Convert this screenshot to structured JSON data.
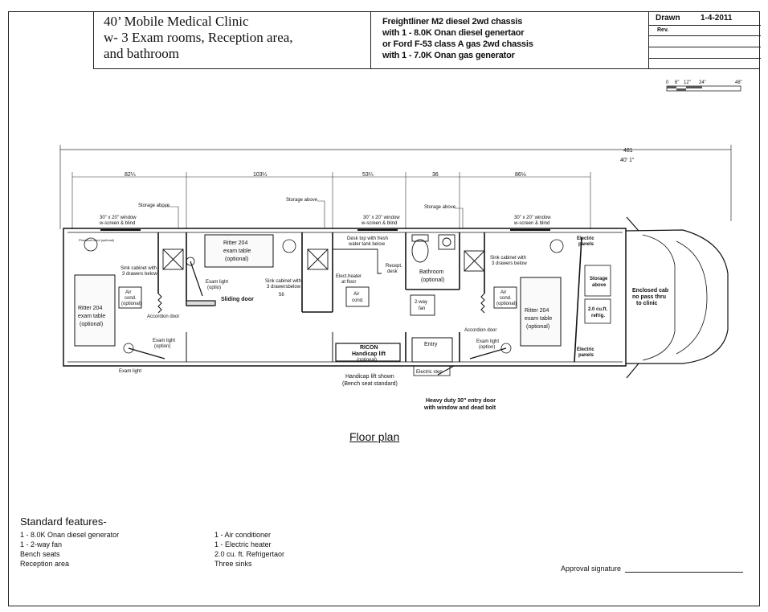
{
  "title_block": {
    "title_lines": [
      "40’ Mobile Medical Clinic",
      "w- 3 Exam rooms, Reception area,",
      "and bathroom"
    ],
    "chassis_lines": [
      "Freightliner M2  diesel  2wd chassis",
      "with 1 - 8.0K Onan diesel genertaor",
      "or Ford F-53 class A gas 2wd chassis",
      "with 1 - 7.0K Onan gas generator"
    ],
    "drawn_label": "Drawn",
    "drawn_date": "1-4-2011",
    "rev_label": "Rev."
  },
  "scale_bar": {
    "labels": [
      "0",
      "6\"",
      "12\"",
      "24\"",
      "48\""
    ]
  },
  "dimensions": {
    "overall": "481",
    "overall_ft": "40’ 1\"",
    "segments": [
      "82¼",
      "103¼",
      "53¼",
      "36",
      "86⅛"
    ]
  },
  "floor_plan": {
    "title": "Floor plan",
    "labels": {
      "storage1": "Storage above",
      "storage2": "Storage above",
      "storage3": "Storage above",
      "window1a": "30\" x 20\" window",
      "window1b": "w-screen & blind",
      "window2a": "30\" x 20\" window",
      "window2b": "w-screen & blind",
      "window3a": "30\" x 20\" window",
      "window3b": "w-screen & blind",
      "desk_a": "Desk top with fresh",
      "desk_b": "water tank below",
      "ritter_table_a": "Ritter 204",
      "ritter_table_b": "exam table",
      "ritter_table_c": "(optional)",
      "ritter_left_a": "Ritter 204",
      "ritter_left_b": "exam table",
      "ritter_left_c": "(optional)",
      "ritter_right_a": "Ritter 204",
      "ritter_right_b": "exam table",
      "ritter_right_c": "(optional)",
      "sink1a": "Sink cabinet with",
      "sink1b": "3 drawers below",
      "sink2a": "Sink cabinet with",
      "sink2b": "3 drawersbelow",
      "sink3a": "Sink cabinet with",
      "sink3b": "3 drawers below",
      "exam_light_1a": "Exam light",
      "exam_light_1b": "(optio)",
      "exam_light_2a": "Exam light",
      "exam_light_2b": "(option)",
      "exam_light_3a": "Exam light",
      "exam_light_3b": "(option)",
      "exam_light_4": "Exam light",
      "aircond_1a": "Air",
      "aircond_1b": "cond.",
      "aircond_1c": "(optional)",
      "aircond_2a": "Air",
      "aircond_2b": "cond.",
      "aircond_3a": "Air",
      "aircond_3b": "cond.",
      "aircond_3c": "(optional)",
      "accordion_1": "Accordion door",
      "accordion_2": "Accordion door",
      "sliding_door": "Sliding door",
      "elec_heater_a": "Elect.heater",
      "elec_heater_b": "at floor",
      "recept_a": "Recept.",
      "recept_b": "desk",
      "bathroom_a": "Bathroom",
      "bathroom_b": "(optional)",
      "fan_a": "2-way",
      "fan_b": "fan",
      "ricon_a": "RICON",
      "ricon_b": "Handicap lift",
      "ricon_c": "(optional)",
      "entry": "Entry",
      "electric_step": "Electric step",
      "handicap_note_a": "Handicap lift shown",
      "handicap_note_b": "(Bench seat standard)",
      "entry_door_a": "Heavy duty 30\" entry door",
      "entry_door_b": "with window and dead bolt",
      "electric_panels_1": "Electric",
      "electric_panels_1b": "panels",
      "electric_panels_2": "Electric",
      "electric_panels_2b": "panels",
      "storage_above_a": "Storage",
      "storage_above_b": "above",
      "refrig_a": "2.0 cu.ft.",
      "refrig_b": "refrig.",
      "cab_a": "Enclosed cab",
      "cab_b": "no pass thru",
      "cab_c": "to clinic",
      "dim_56": "56",
      "chair_label": "Phmatool stool (optional)"
    }
  },
  "standard_features": {
    "title": "Standard features-",
    "left": [
      "1 - 8.0K Onan diesel generator",
      "1 - 2-way fan",
      "Bench seats",
      "Reception area"
    ],
    "right": [
      "1 - Air conditioner",
      "1 - Electric heater",
      "2.0 cu. ft.  Refrigertaor",
      "Three sinks"
    ]
  },
  "approval": {
    "label": "Approval signature"
  }
}
